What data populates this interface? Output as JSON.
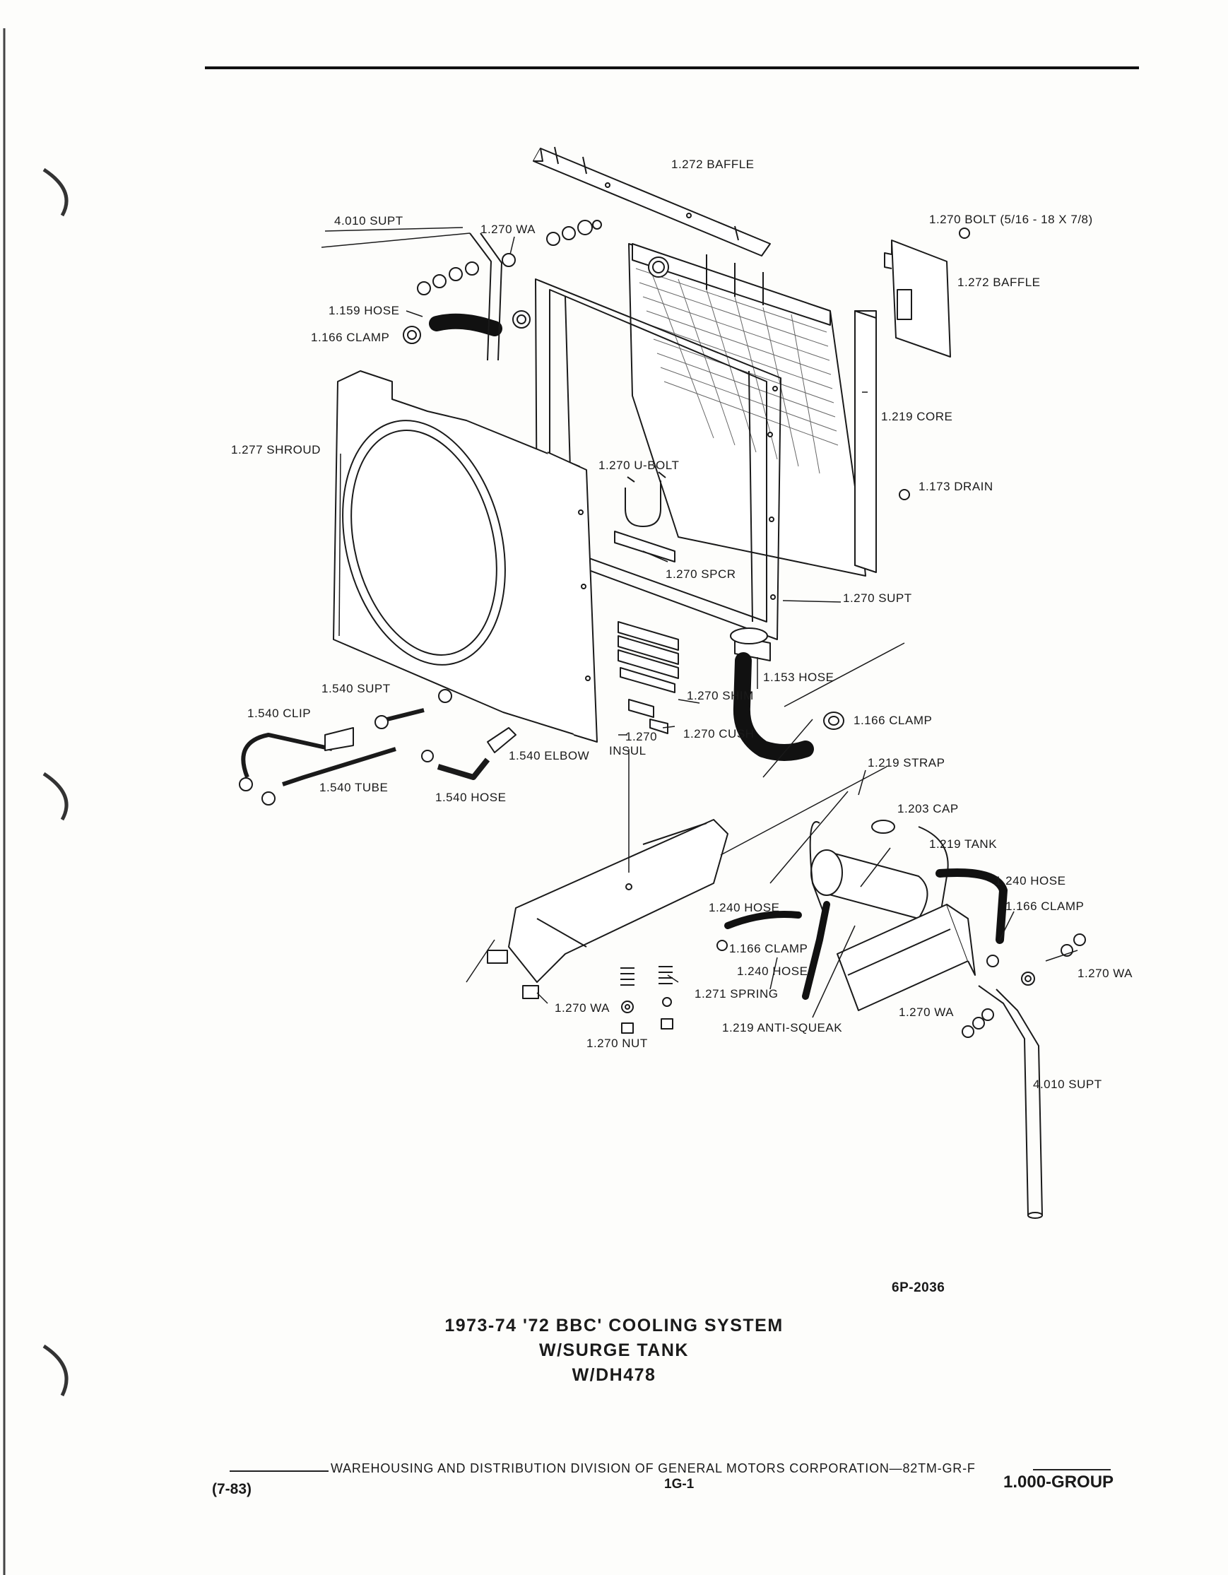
{
  "header": {},
  "labels": {
    "baffle_top": "1.272 BAFFLE",
    "supt_top": "4.010 SUPT",
    "wa_top": "1.270 WA",
    "bolt": "1.270 BOLT (5/16 - 18 X 7/8)",
    "baffle_right": "1.272 BAFFLE",
    "hose_159": "1.159 HOSE",
    "clamp_166_top": "1.166 CLAMP",
    "shroud": "1.277 SHROUD",
    "core": "1.219 CORE",
    "ubolt": "1.270 U-BOLT",
    "drain": "1.173 DRAIN",
    "spcr": "1.270 SPCR",
    "supt_270": "1.270 SUPT",
    "hose_153": "1.153 HOSE",
    "supt_540": "1.540 SUPT",
    "clip_540": "1.540 CLIP",
    "shim": "1.270 SHIM",
    "clamp_166_mid": "1.166 CLAMP",
    "insul_a": "1.270",
    "insul_b": "INSUL",
    "cush": "1.270 CUSH",
    "elbow": "1.540 ELBOW",
    "tube": "1.540 TUBE",
    "hose_540": "1.540 HOSE",
    "strap": "1.219 STRAP",
    "cap": "1.203 CAP",
    "tank": "1.219 TANK",
    "hose_240_right": "1.240 HOSE",
    "hose_240_left": "1.240 HOSE",
    "clamp_166_right": "1.166 CLAMP",
    "clamp_166_low": "1.166 CLAMP",
    "hose_240_low": "1.240 HOSE",
    "wa_right": "1.270 WA",
    "spring": "1.271 SPRING",
    "wa_low": "1.270 WA",
    "wa_lowright": "1.270 WA",
    "antisqueak": "1.219 ANTI-SQUEAK",
    "nut": "1.270 NUT",
    "supt_bottom": "4.010 SUPT",
    "fig_number": "6P-2036"
  },
  "title": {
    "line1": "1973-74 '72 BBC' COOLING SYSTEM",
    "line2": "W/SURGE TANK",
    "line3": "W/DH478"
  },
  "footer": {
    "publisher": "WAREHOUSING AND DISTRIBUTION  DIVISION OF GENERAL MOTORS CORPORATION—82TM-GR-F",
    "date_code": "(7-83)",
    "page": "1G-1",
    "group": "1.000-GROUP"
  }
}
